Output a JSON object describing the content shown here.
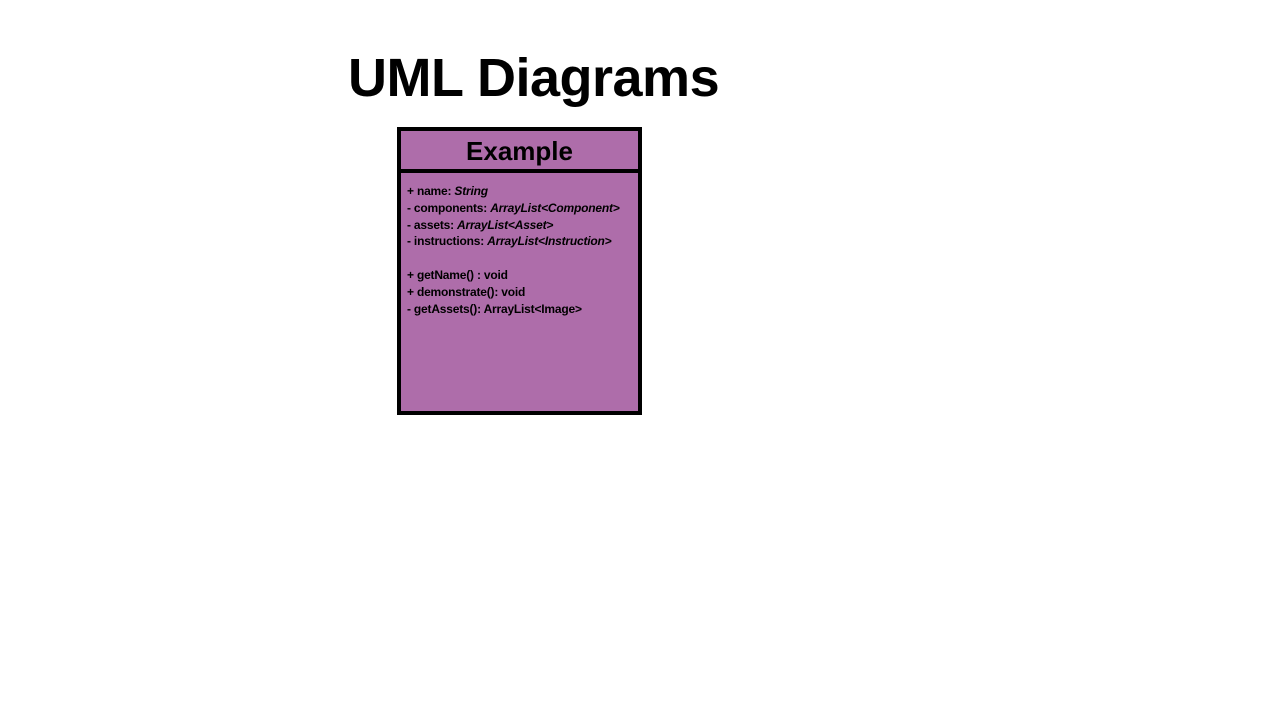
{
  "slide": {
    "title": "UML Diagrams"
  },
  "uml_class": {
    "name": "Example",
    "fill_color": "#ae6daa",
    "border_color": "#000000",
    "attributes": [
      {
        "prefix": "+ name: ",
        "type": "String"
      },
      {
        "prefix": "- components: ",
        "type": "ArrayList<Component>"
      },
      {
        "prefix": "- assets: ",
        "type": "ArrayList<Asset>"
      },
      {
        "prefix": "- instructions: ",
        "type": "ArrayList<Instruction>"
      }
    ],
    "methods": [
      "+ getName() : void",
      "+ demonstrate(): void",
      "- getAssets(): ArrayList<Image>"
    ]
  }
}
